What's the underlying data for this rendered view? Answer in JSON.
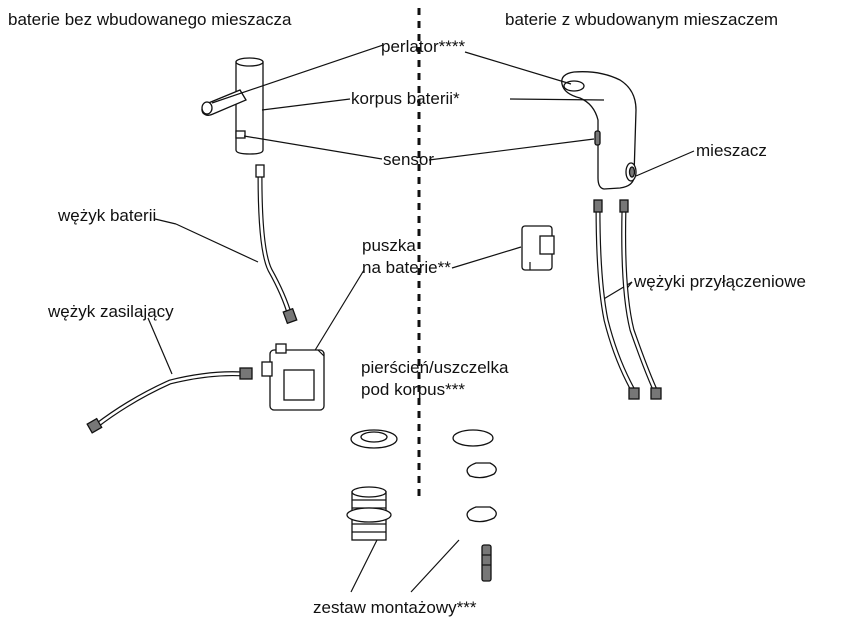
{
  "headers": {
    "left": "baterie bez wbudowanego mieszacza",
    "right": "baterie z wbudowanym mieszaczem"
  },
  "labels": {
    "perlator": "perlator****",
    "korpus": "korpus baterii*",
    "sensor": "sensor",
    "mieszacz": "mieszacz",
    "wezyk_baterii": "wężyk baterii",
    "puszka_line1": "puszka",
    "puszka_line2": "na baterie**",
    "wezyki_przylaczeniowe": "wężyki przyłączeniowe",
    "wezyk_zasilajacy": "wężyk zasilający",
    "pierscien_line1": "pierścień/uszczelka",
    "pierscien_line2": "pod korpus***",
    "zestaw": "zestaw montażowy***"
  }
}
